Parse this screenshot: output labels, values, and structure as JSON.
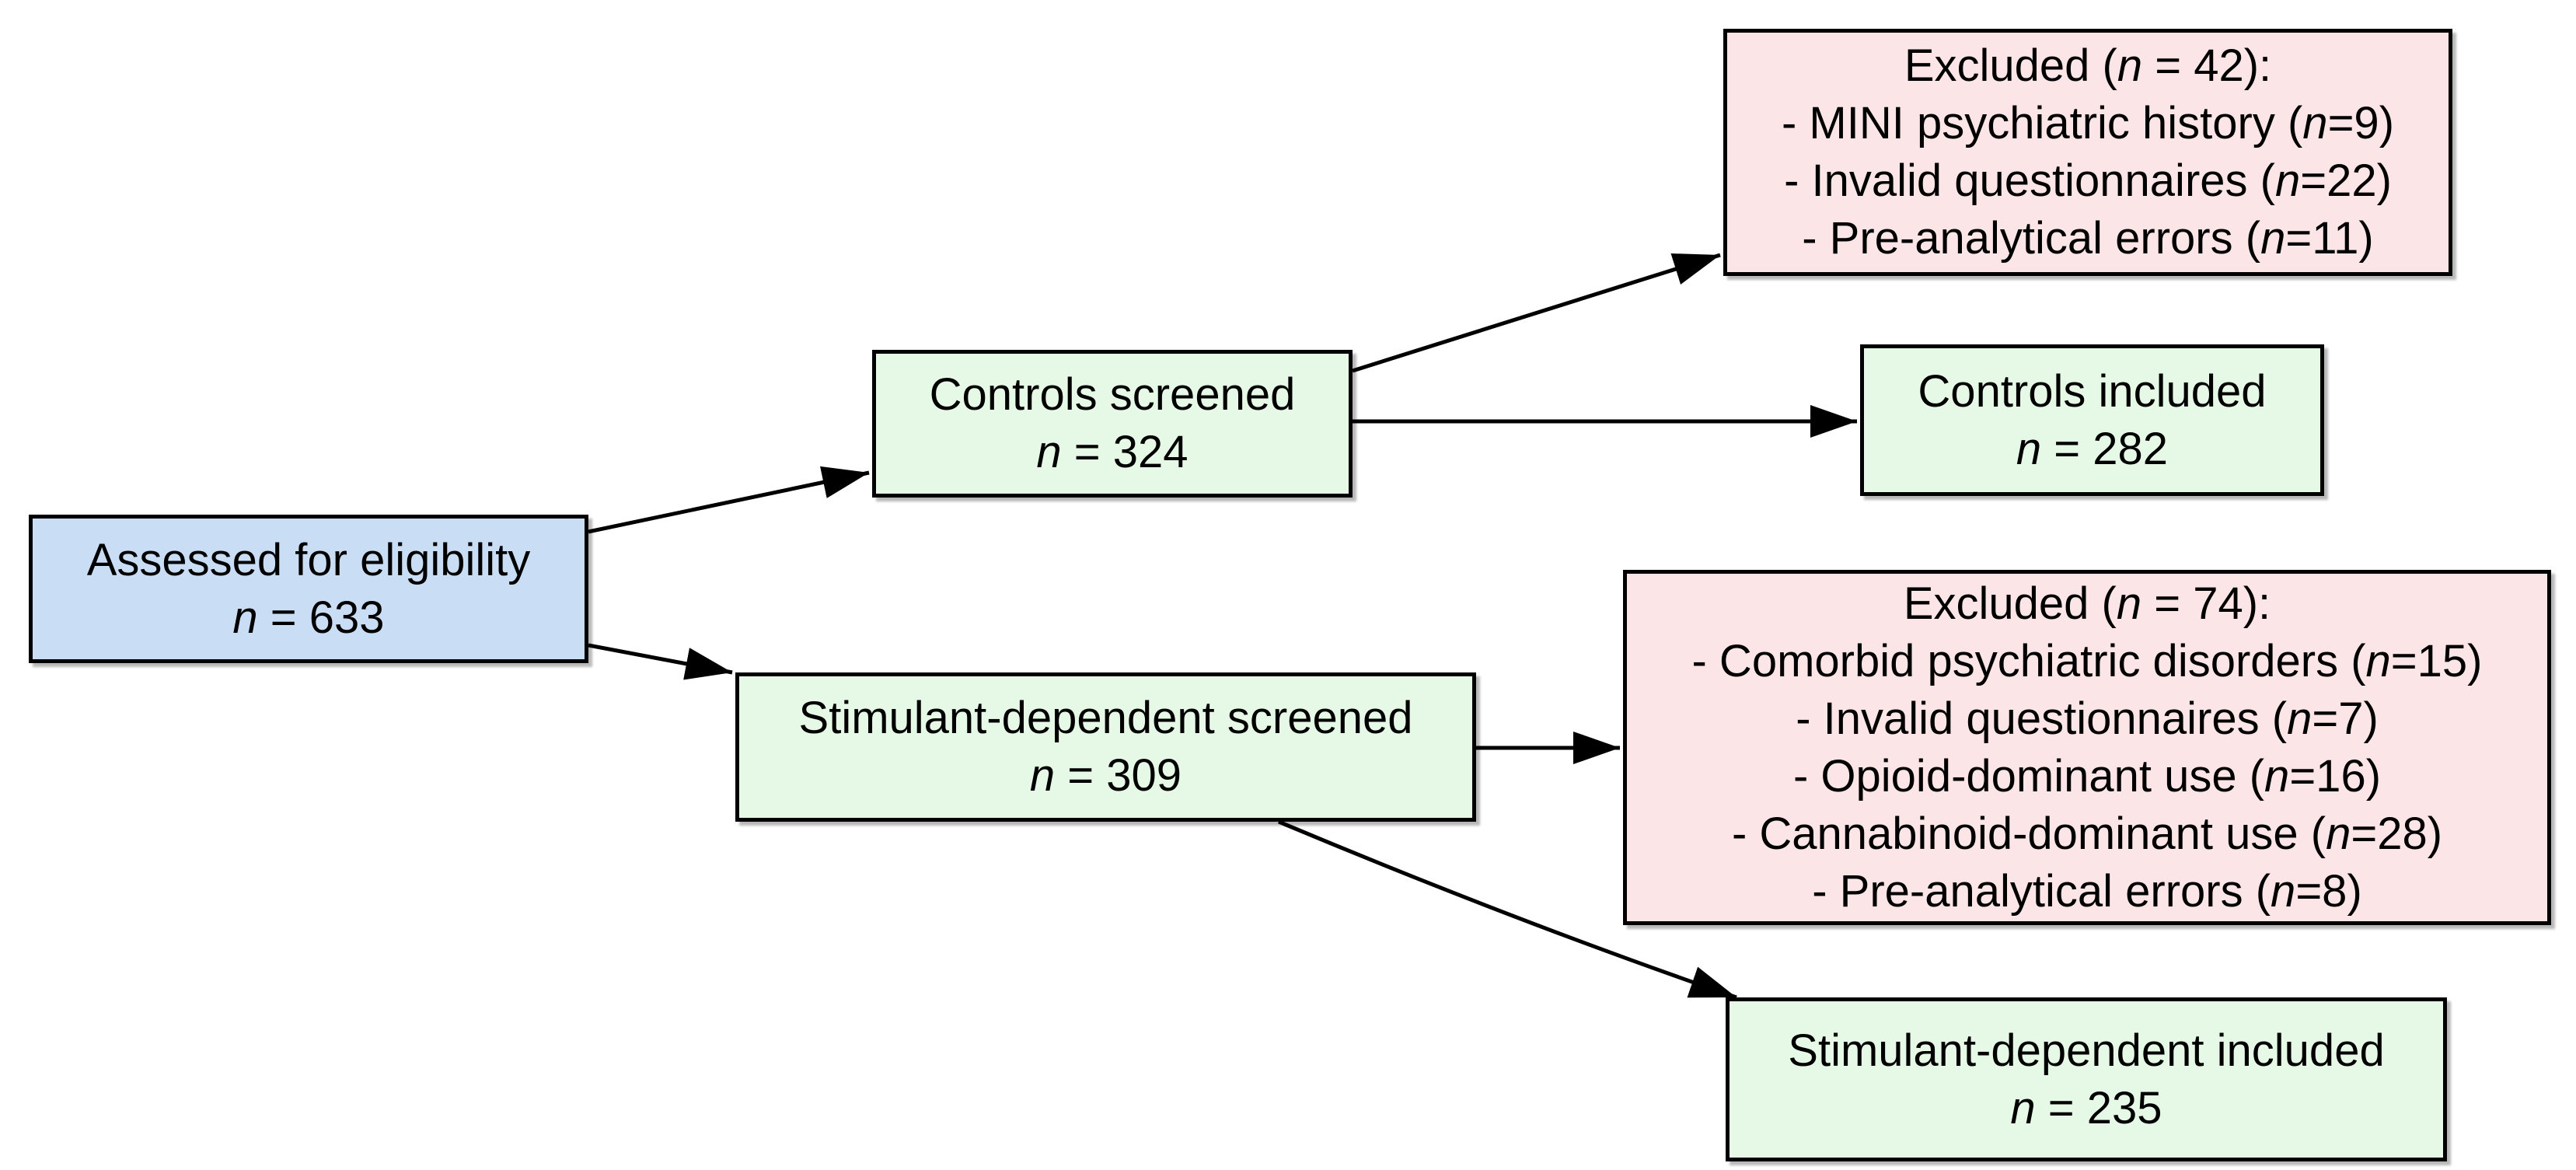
{
  "n_symbol": "n",
  "colors": {
    "assessed_fill": "#c9def5",
    "screened_included_fill": "#e6f8e6",
    "excluded_fill": "#fbe5e6",
    "border": "#000000",
    "arrow": "#000000",
    "background": "#ffffff"
  },
  "boxes": {
    "assessed": {
      "title": "Assessed for eligibility",
      "count": " = 633"
    },
    "controls_screened": {
      "title": "Controls screened",
      "count": " = 324"
    },
    "excluded_controls": {
      "title_pre": "Excluded (",
      "title_post": " = 42):",
      "items": [
        {
          "pre": "- MINI psychiatric history (",
          "post": "=9)"
        },
        {
          "pre": "- Invalid questionnaires (",
          "post": "=22)"
        },
        {
          "pre": "- Pre-analytical errors (",
          "post": "=11)"
        }
      ]
    },
    "controls_included": {
      "title": "Controls included",
      "count": " = 282"
    },
    "stimulant_screened": {
      "title": "Stimulant-dependent screened",
      "count": " = 309"
    },
    "excluded_stimulant": {
      "title_pre": "Excluded (",
      "title_post": " = 74):",
      "items": [
        {
          "pre": "- Comorbid psychiatric disorders (",
          "post": "=15)"
        },
        {
          "pre": "- Invalid questionnaires (",
          "post": "=7)"
        },
        {
          "pre": "- Opioid-dominant use (",
          "post": "=16)"
        },
        {
          "pre": "- Cannabinoid-dominant use (",
          "post": "=28)"
        },
        {
          "pre": "- Pre-analytical errors (",
          "post": "=8)"
        }
      ]
    },
    "stimulant_included": {
      "title": "Stimulant-dependent included",
      "count": " = 235"
    }
  },
  "edges": [
    {
      "from": "assessed",
      "to": "controls_screened"
    },
    {
      "from": "controls_screened",
      "to": "excluded_controls"
    },
    {
      "from": "controls_screened",
      "to": "controls_included"
    },
    {
      "from": "assessed",
      "to": "stimulant_screened"
    },
    {
      "from": "stimulant_screened",
      "to": "excluded_stimulant"
    },
    {
      "from": "stimulant_screened",
      "to": "stimulant_included"
    }
  ]
}
